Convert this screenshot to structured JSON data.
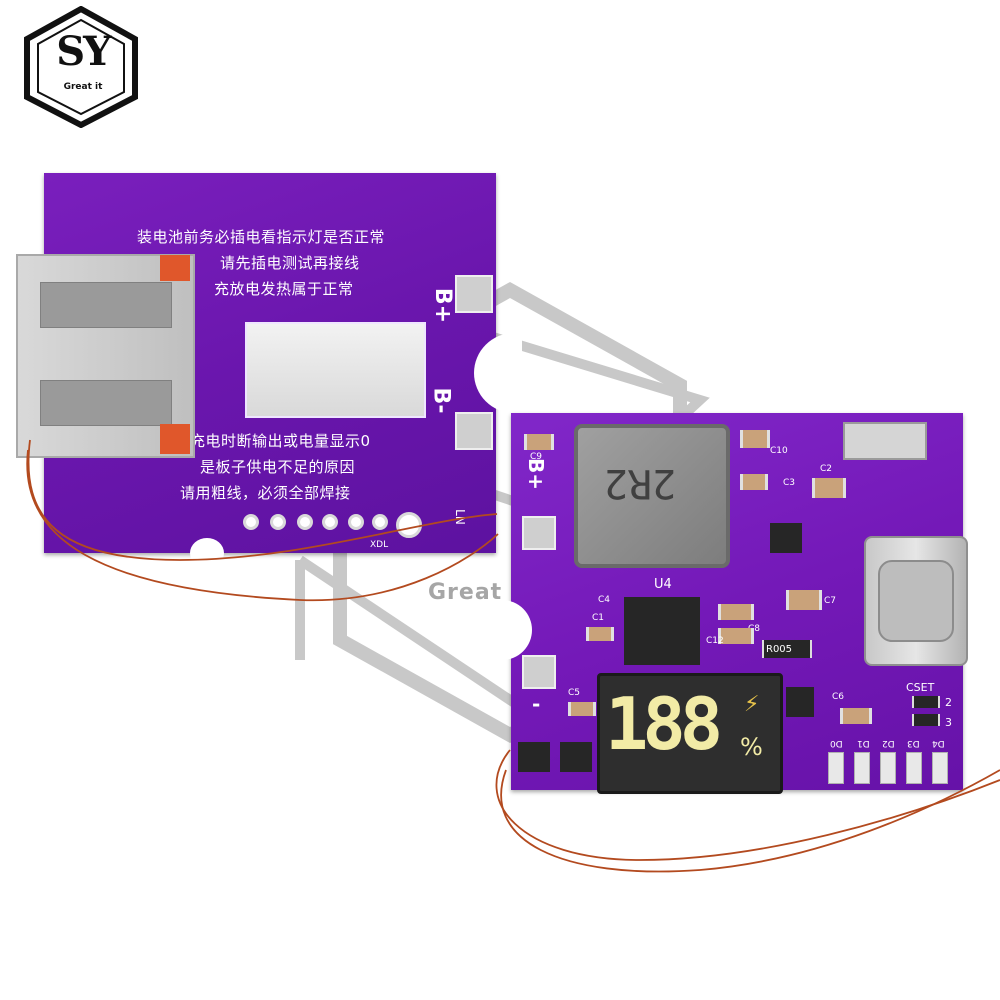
{
  "logo": {
    "mark": "SY",
    "tagline": "Great it"
  },
  "watermark": {
    "text": "Great"
  },
  "left_board": {
    "silk_lines": [
      "装电池前务必插电看指示灯是否正常",
      "请先插电测试再接线",
      "充放电发热属于正常",
      "充电时断输出或电量显示0",
      "是板子供电不足的原因",
      "请用粗线，必须全部焊接"
    ],
    "b_plus": "B+",
    "b_minus": "B-",
    "xdl": "XDL",
    "ln": "LN"
  },
  "right_board": {
    "b_plus": "B+",
    "b_minus": "-",
    "inductor": "2R2",
    "ic": "U4",
    "sense": "R005",
    "display": {
      "digits": "188",
      "unit": "%"
    },
    "cset": "CSET",
    "cset_nums": [
      "2",
      "3"
    ],
    "led_labels": [
      "D0",
      "D1",
      "D2",
      "D3",
      "D4"
    ],
    "caps": [
      "C9",
      "C10",
      "C2",
      "C3",
      "C1",
      "C8",
      "C12",
      "C7",
      "C6",
      "C4",
      "C5"
    ]
  },
  "colors": {
    "pcb": "#7419b8",
    "silk": "#ffffff",
    "copper_wire": "#b34a1f",
    "tab": "#e0572b"
  }
}
